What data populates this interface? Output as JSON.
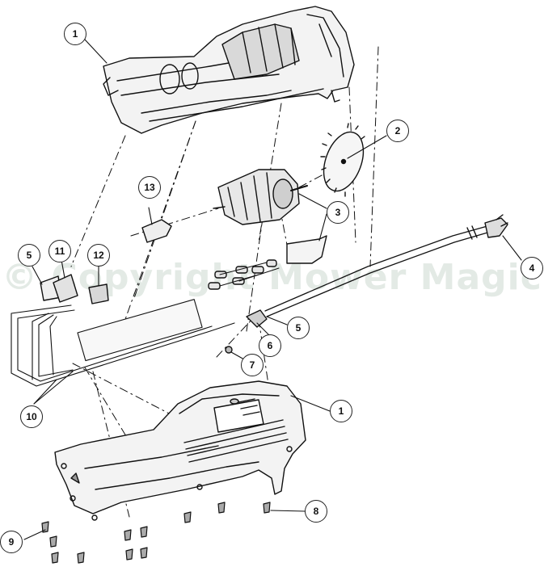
{
  "watermark": "© Copyright Mower Magic",
  "callouts": [
    {
      "id": "c1a",
      "label": "1"
    },
    {
      "id": "c2",
      "label": "2"
    },
    {
      "id": "c3",
      "label": "3"
    },
    {
      "id": "c4",
      "label": "4"
    },
    {
      "id": "c5a",
      "label": "5"
    },
    {
      "id": "c11",
      "label": "11"
    },
    {
      "id": "c12",
      "label": "12"
    },
    {
      "id": "c13",
      "label": "13"
    },
    {
      "id": "c5b",
      "label": "5"
    },
    {
      "id": "c6",
      "label": "6"
    },
    {
      "id": "c7",
      "label": "7"
    },
    {
      "id": "c10",
      "label": "10"
    },
    {
      "id": "c1b",
      "label": "1"
    },
    {
      "id": "c8",
      "label": "8"
    },
    {
      "id": "c9",
      "label": "9"
    }
  ]
}
